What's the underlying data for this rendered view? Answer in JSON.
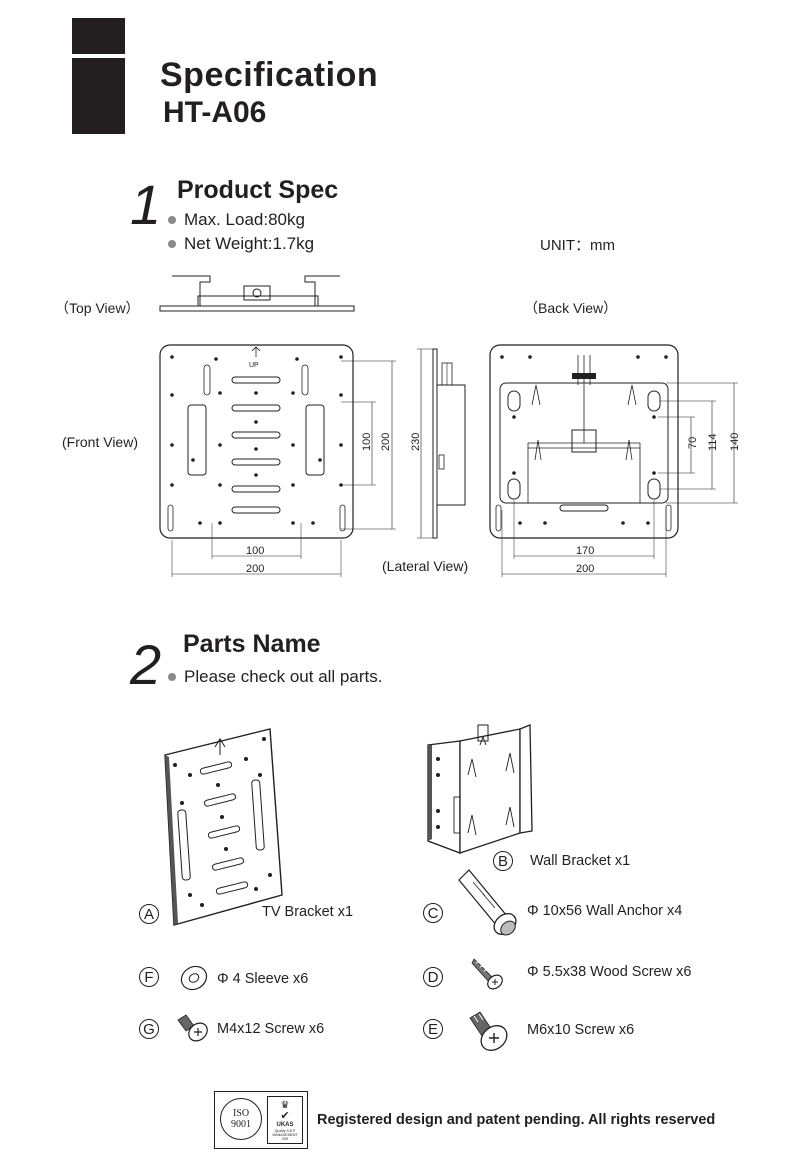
{
  "header": {
    "title": "Specification",
    "model": "HT-A06"
  },
  "section1": {
    "number": "1",
    "heading": "Product Spec",
    "bullets": [
      "Max. Load:80kg",
      "Net Weight:1.7kg"
    ],
    "unit": "UNIT：mm"
  },
  "views": {
    "top": "（Top View）",
    "back": "（Back View）",
    "front": "(Front View)",
    "lateral": "(Lateral View)"
  },
  "dimensions": {
    "front_inner_width": "100",
    "front_outer_width": "200",
    "front_inner_height": "100",
    "front_outer_height": "200",
    "lateral_height": "230",
    "back_inner_width": "170",
    "back_outer_width": "200",
    "back_h1": "70",
    "back_h2": "114",
    "back_h3": "140",
    "up_mark": "UP"
  },
  "section2": {
    "number": "2",
    "heading": "Parts Name",
    "bullet": "Please check out all parts."
  },
  "parts": {
    "A": {
      "letter": "A",
      "label": "TV Bracket x1"
    },
    "B": {
      "letter": "B",
      "label": "Wall Bracket x1"
    },
    "C": {
      "letter": "C",
      "label": "Φ 10x56 Wall Anchor x4"
    },
    "D": {
      "letter": "D",
      "label": "Φ 5.5x38 Wood Screw x6"
    },
    "E": {
      "letter": "E",
      "label": "M6x10 Screw x6"
    },
    "F": {
      "letter": "F",
      "label": "Φ 4 Sleeve x6"
    },
    "G": {
      "letter": "G",
      "label": "M4x12 Screw x6"
    }
  },
  "footer": {
    "text": "Registered design and patent pending.  All rights reserved",
    "iso_line1": "ISO",
    "iso_line2": "9001",
    "ukas": "UKAS",
    "ukas_sub1": "Quality S.E.P",
    "ukas_sub2": "MANAGEMENT",
    "ukas_sub3": "005"
  }
}
